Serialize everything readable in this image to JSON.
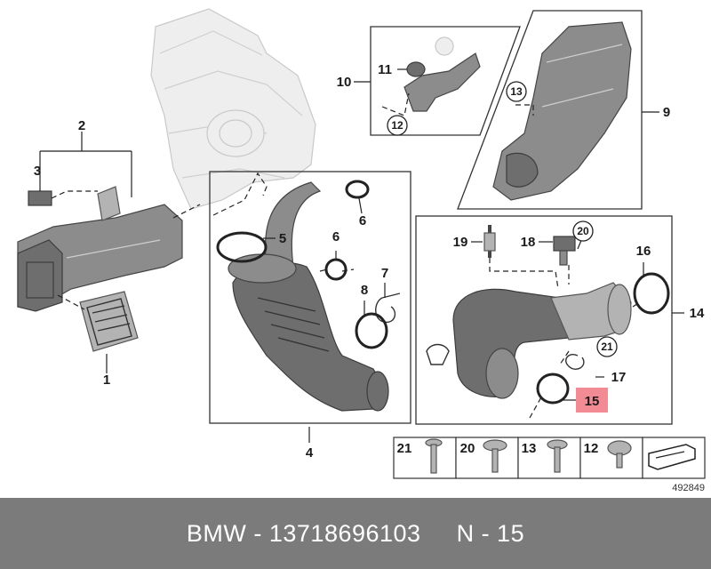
{
  "diagram": {
    "callouts": {
      "c1": "1",
      "c2": "2",
      "c3": "3",
      "c4": "4",
      "c5": "5",
      "c6a": "6",
      "c6b": "6",
      "c7": "7",
      "c8": "8",
      "c9": "9",
      "c10": "10",
      "c11": "11",
      "c12": "12",
      "c13": "13",
      "c14": "14",
      "c15": "15",
      "c16": "16",
      "c17": "17",
      "c18": "18",
      "c19": "19",
      "c20": "20",
      "c21": "21"
    },
    "screw_table": [
      "21",
      "20",
      "13",
      "12"
    ],
    "image_code": "492849",
    "highlighted_part": "15",
    "highlight_color": "#f28b94"
  },
  "caption": {
    "text": "BMW - 13718696103     N - 15",
    "background": "#7b7b7b"
  }
}
